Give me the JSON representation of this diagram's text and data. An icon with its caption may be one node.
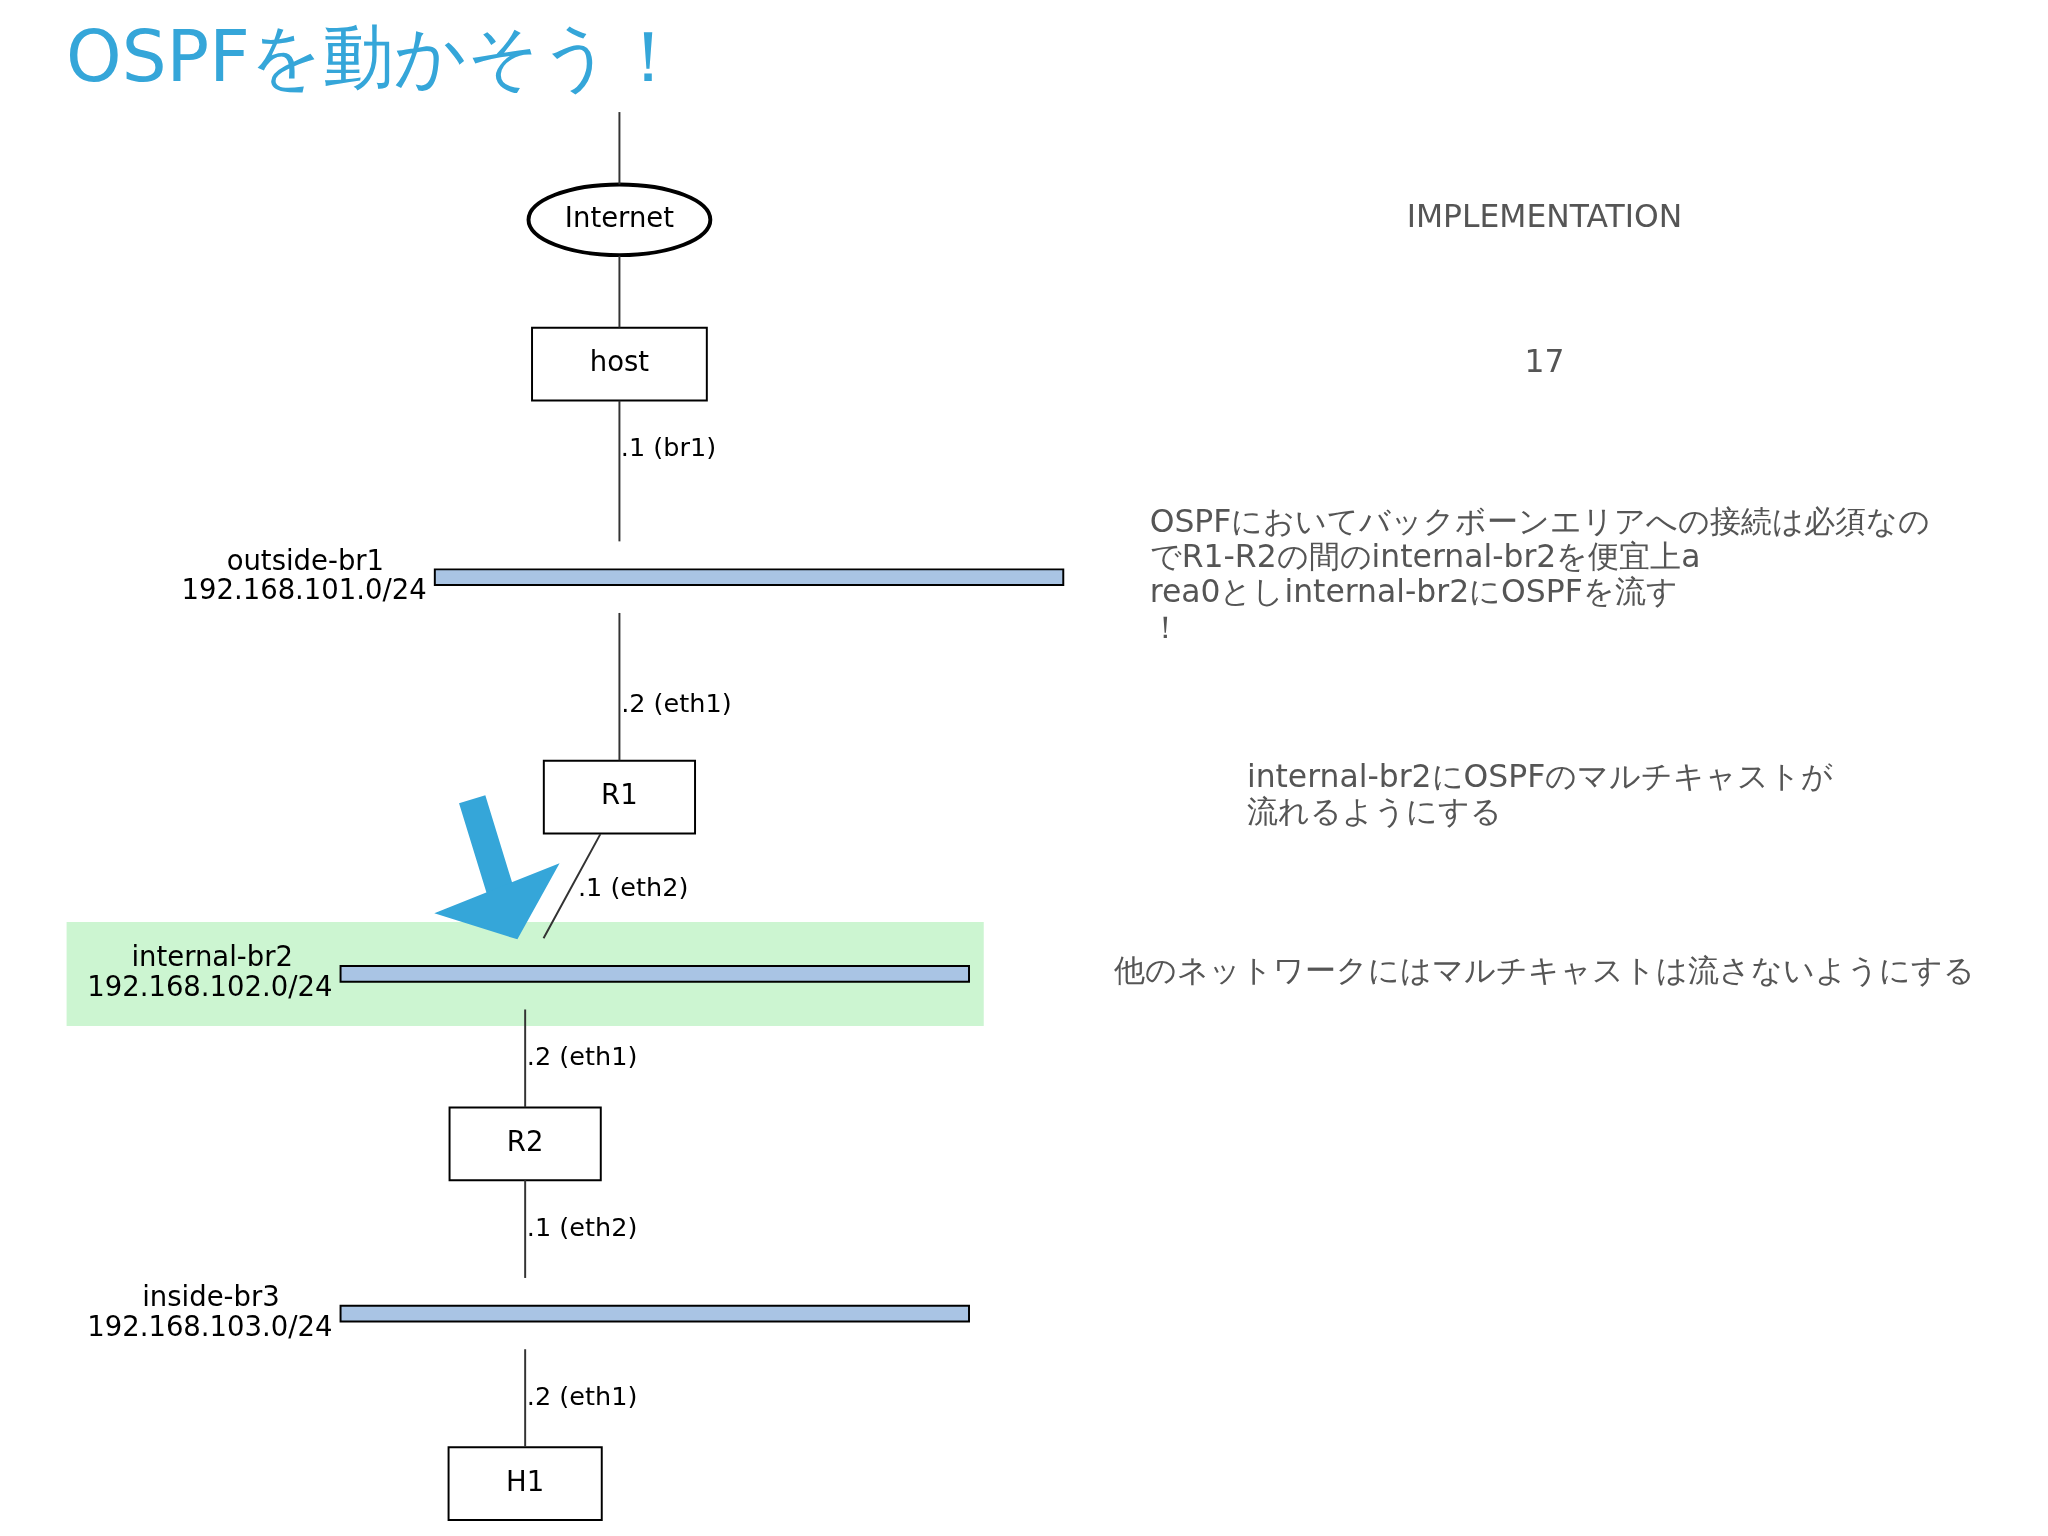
{
  "diagram": {
    "title": "OSPFを動かそう！",
    "nodes": [
      {
        "text": [
          "Internet"
        ]
      },
      {
        "text": [
          "host"
        ]
      },
      {
        "text": [
          "outside-br1",
          "192.168.101.0/24"
        ]
      },
      {
        "text": [
          "R1"
        ]
      },
      {
        "text": [],
        "shape": "box"
      },
      {
        "text": [
          "internal-br2",
          "192.168.102.0/24"
        ],
        "in": 4
      },
      {
        "text": [
          "R2"
        ]
      },
      {
        "text": [
          "inside-br3",
          "192.168.103.0/24"
        ]
      },
      {
        "text": [
          "H1"
        ]
      }
    ],
    "edges": [
      {
        "from": null,
        "to": 0,
        "arrow": "none"
      },
      {
        "from": 0,
        "to": 1,
        "arrow": "none"
      },
      {
        "from": 1,
        "to": 2,
        "arrow": "none",
        "label": ".1 (br1)"
      },
      {
        "from": 2,
        "to": 3,
        "arrow": "none",
        "label": ".2 (eth1)"
      },
      {
        "from": 3,
        "to": 5,
        "arrow": "none",
        "label": ".1 (eth2)"
      },
      {
        "from": 5,
        "to": 6,
        "arrow": "none",
        "label": ".2 (eth1)"
      },
      {
        "from": 6,
        "to": 7,
        "arrow": "none",
        "label": ".1 (eth2)"
      },
      {
        "from": 7,
        "to": 8,
        "arrow": "none",
        "label": ".2 (eth1)"
      },
      {
        "from": null,
        "to": 4,
        "arrow": "to",
        "style": "thick",
        "color": "#35a6d9"
      }
    ],
    "labels": [
      "IMPLEMENTATION",
      "17",
      "OSPFにおいてバックボーンエリアへの接続は必須なのでR1-R2の間のinternal-br2を便宜上area0としinternal-br2にOSPFを流す！",
      "internal-br2にOSPFのマルチキャストが流れるようにする",
      "他のネットワークにはマルチキャストは流さないようにする"
    ]
  }
}
